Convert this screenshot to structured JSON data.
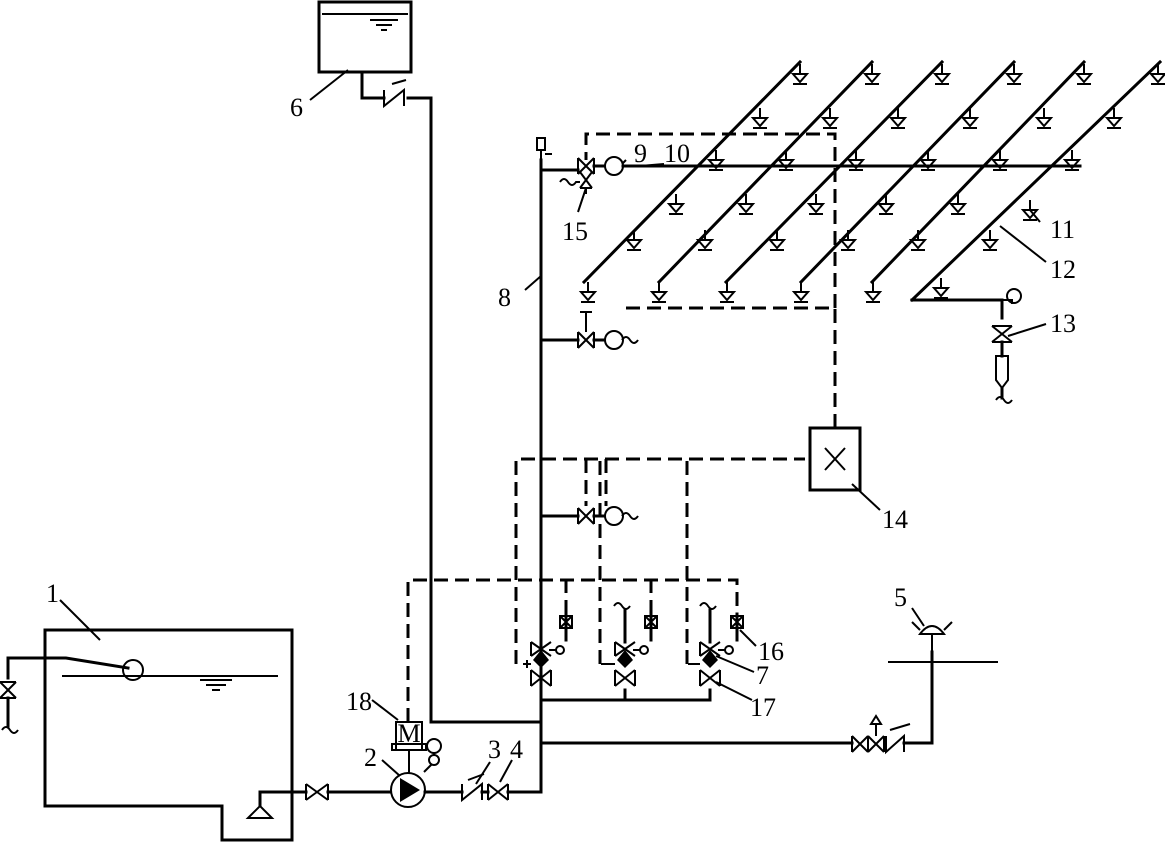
{
  "labels": {
    "l1": "1",
    "l2": "2",
    "l3": "3",
    "l4": "4",
    "l5": "5",
    "l6": "6",
    "l7": "7",
    "l8": "8",
    "l9": "9",
    "l10": "10",
    "l11": "11",
    "l12": "12",
    "l13": "13",
    "l14": "14",
    "l15": "15",
    "l16": "16",
    "l17": "17",
    "l18": "18",
    "motor": "M"
  }
}
